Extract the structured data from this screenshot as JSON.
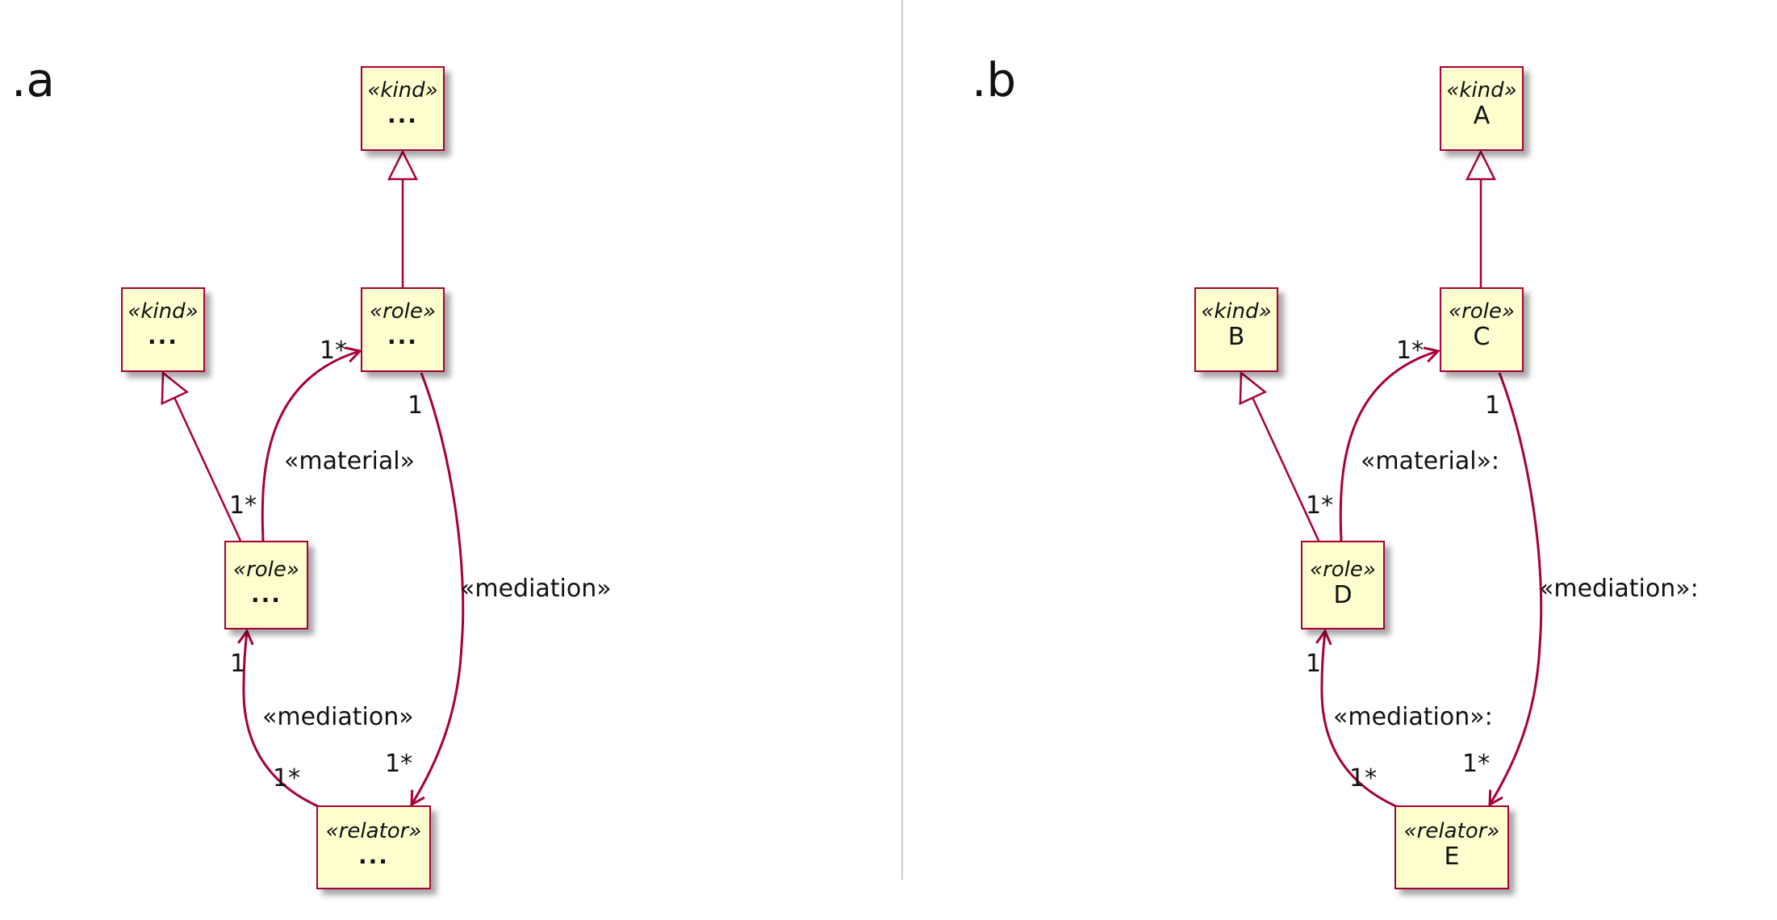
{
  "panels": [
    {
      "label": ".a",
      "classes": {
        "top_kind": {
          "stereotype": "«kind»",
          "name": "..."
        },
        "left_kind": {
          "stereotype": "«kind»",
          "name": "..."
        },
        "role_top": {
          "stereotype": "«role»",
          "name": "..."
        },
        "role_mid": {
          "stereotype": "«role»",
          "name": "..."
        },
        "relator": {
          "stereotype": "«relator»",
          "name": "..."
        }
      },
      "labels": {
        "material": "«material»",
        "material_src_mult": "1*",
        "material_tgt_mult": "1*",
        "mediation_right": "«mediation»",
        "mediation_right_src_mult": "1",
        "mediation_right_tgt_mult": "1*",
        "mediation_left": "«mediation»",
        "mediation_left_src_mult": "1*",
        "mediation_left_tgt_mult": "1"
      }
    },
    {
      "label": ".b",
      "classes": {
        "top_kind": {
          "stereotype": "«kind»",
          "name": "A"
        },
        "left_kind": {
          "stereotype": "«kind»",
          "name": "B"
        },
        "role_top": {
          "stereotype": "«role»",
          "name": "C"
        },
        "role_mid": {
          "stereotype": "«role»",
          "name": "D"
        },
        "relator": {
          "stereotype": "«relator»",
          "name": "E"
        }
      },
      "labels": {
        "material": "«material»:",
        "material_src_mult": "1*",
        "material_tgt_mult": "1*",
        "mediation_right": "«mediation»:",
        "mediation_right_src_mult": "1",
        "mediation_right_tgt_mult": "1*",
        "mediation_left": "«mediation»:",
        "mediation_left_src_mult": "1*",
        "mediation_left_tgt_mult": "1"
      }
    }
  ],
  "colors": {
    "border": "#a80036",
    "fill": "#fefece",
    "divider": "#c8c8c8"
  }
}
